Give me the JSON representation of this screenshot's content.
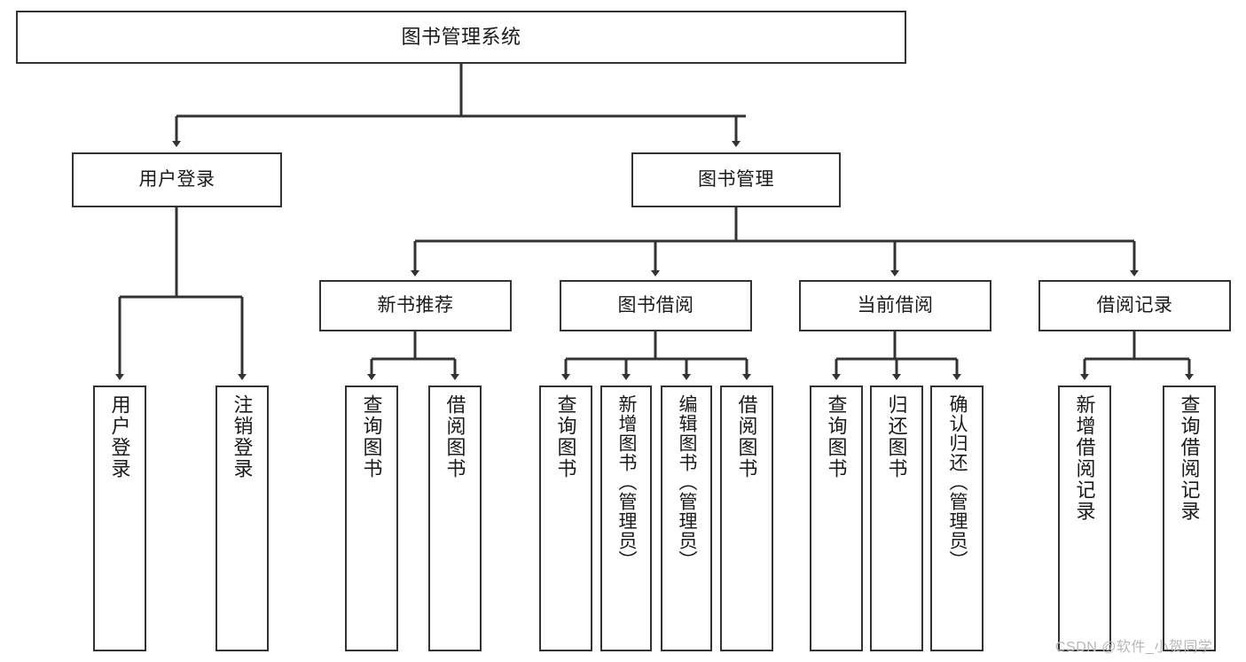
{
  "diagram": {
    "title": "图书管理系统",
    "type": "function-structure-tree",
    "background_color": "#ffffff",
    "node_border_color": "#333333",
    "node_fill_color": "#ffffff",
    "text_color": "#1a1a1a",
    "levels": {
      "root": {
        "label": "图书管理系统"
      },
      "level2": [
        {
          "label": "用户登录"
        },
        {
          "label": "图书管理"
        }
      ],
      "level3": [
        {
          "label": "新书推荐"
        },
        {
          "label": "图书借阅"
        },
        {
          "label": "当前借阅"
        },
        {
          "label": "借阅记录"
        }
      ],
      "leaves": {
        "user_login": [
          {
            "label": "用户登录"
          },
          {
            "label": "注销登录"
          }
        ],
        "new_book_recommend": [
          {
            "label": "查询图书"
          },
          {
            "label": "借阅图书"
          }
        ],
        "book_borrow": [
          {
            "label": "查询图书"
          },
          {
            "label": "新增图书（管理员）"
          },
          {
            "label": "编辑图书（管理员）"
          },
          {
            "label": "借阅图书"
          }
        ],
        "current_borrow": [
          {
            "label": "查询图书"
          },
          {
            "label": "归还图书"
          },
          {
            "label": "确认归还（管理员）"
          }
        ],
        "borrow_record": [
          {
            "label": "新增借阅记录"
          },
          {
            "label": "查询借阅记录"
          }
        ]
      }
    }
  },
  "watermark": {
    "text": "CSDN @软件_小贺同学",
    "color": "#b8b8b8"
  }
}
